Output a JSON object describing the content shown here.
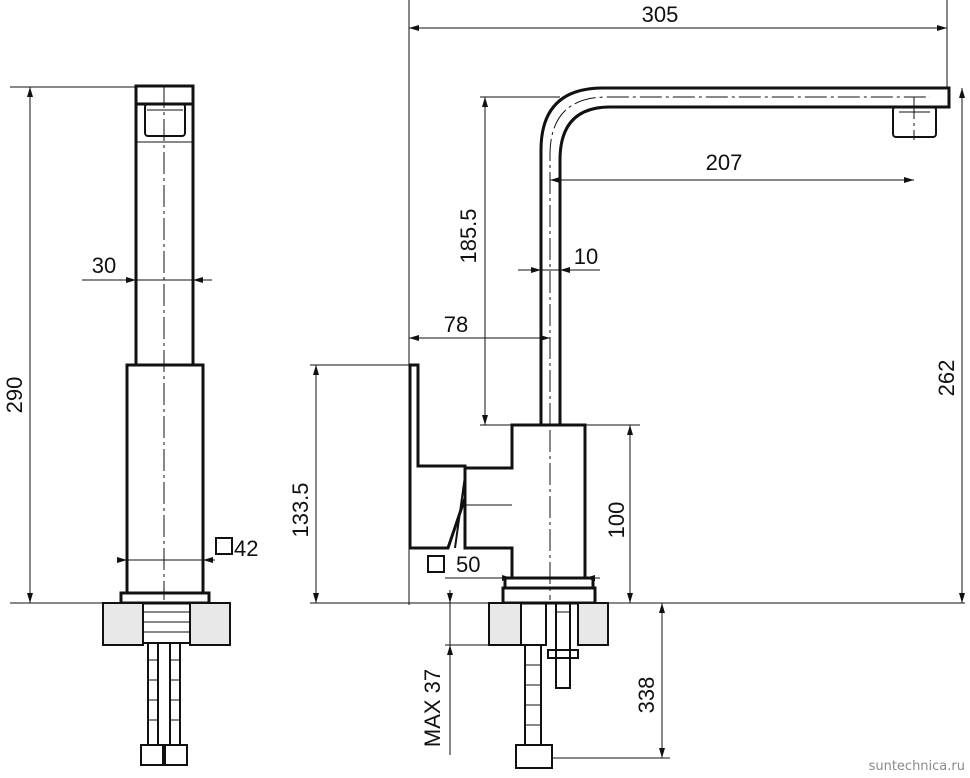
{
  "drawing": {
    "dimensions": {
      "overall_width": "305",
      "spout_reach": "207",
      "spout_height": "185.5",
      "spout_tube": "10",
      "lever_offset": "78",
      "total_height": "262",
      "body_height": "100",
      "lever_height": "133.5",
      "base_square": "50",
      "side_height": "290",
      "side_width": "30",
      "side_square": "42",
      "counter_max": "MAX 37",
      "hose_length": "338"
    },
    "watermark": "suntechnica.ru"
  }
}
